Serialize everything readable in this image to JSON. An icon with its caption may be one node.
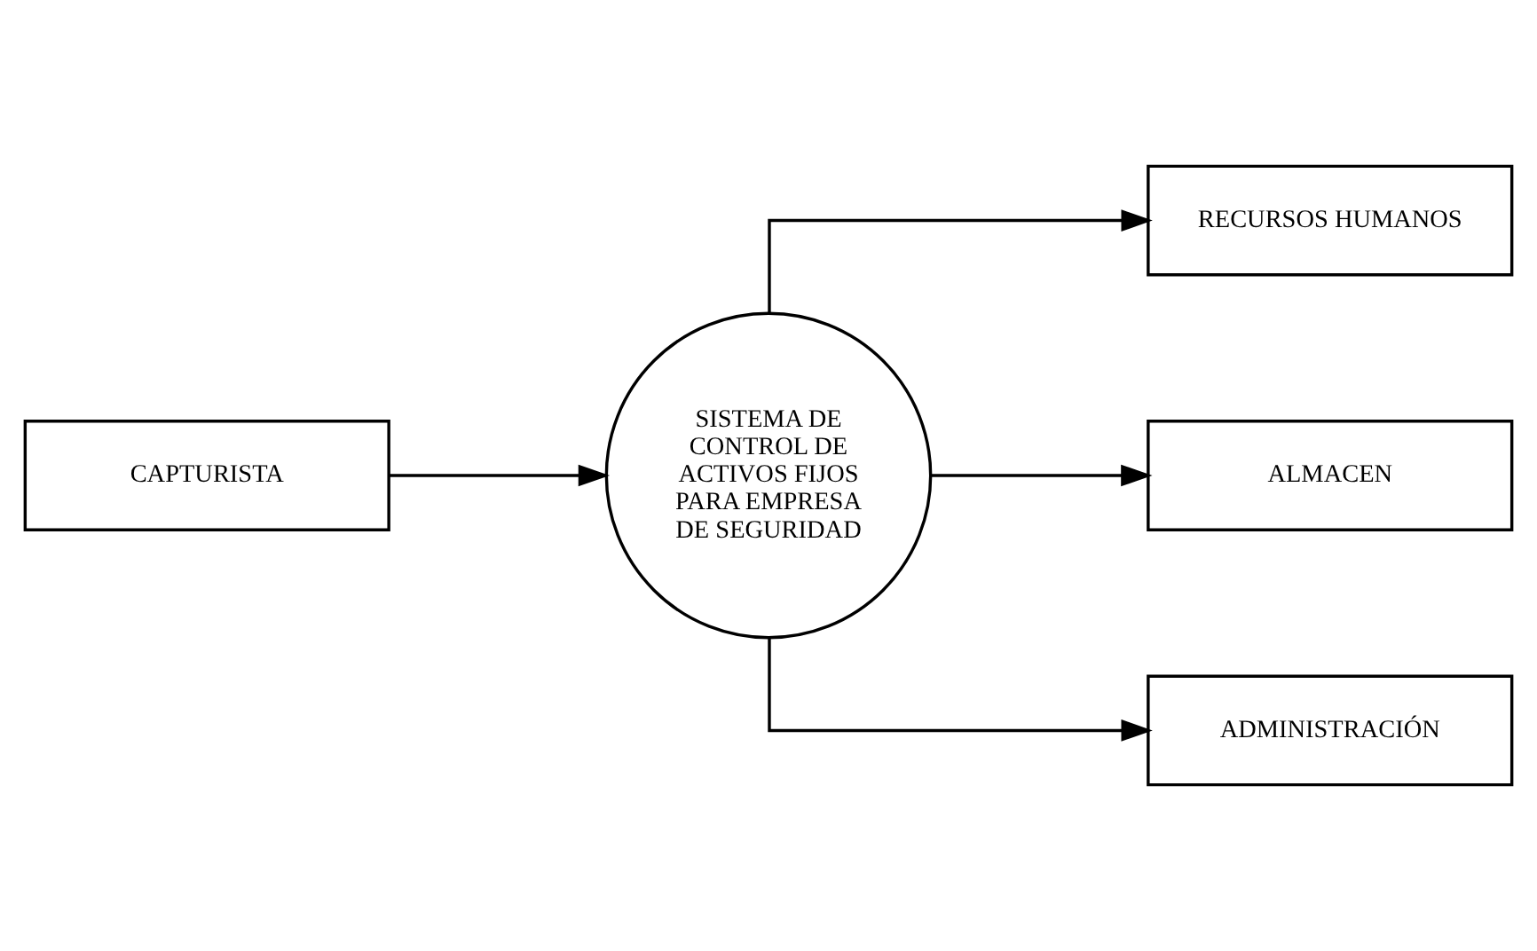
{
  "diagram": {
    "nodes": [
      {
        "text": [
          "CAPTURISTA"
        ]
      },
      {
        "text": [
          "SISTEMA DE CONTROL DE ACTIVOS FIJOS PARA EMPRESA DE SEGURIDAD"
        ]
      },
      {
        "text": [
          "RECURSOS HUMANOS"
        ]
      },
      {
        "text": [
          "ALMACEN"
        ]
      },
      {
        "text": [
          "ADMINISTRACIÓN"
        ]
      }
    ],
    "edges": [
      {
        "from": 0,
        "to": 1,
        "arrow": "to"
      },
      {
        "from": 1,
        "to": 2,
        "arrow": "to"
      },
      {
        "from": 1,
        "to": 3,
        "arrow": "to"
      },
      {
        "from": 1,
        "to": 4,
        "arrow": "to"
      }
    ]
  }
}
